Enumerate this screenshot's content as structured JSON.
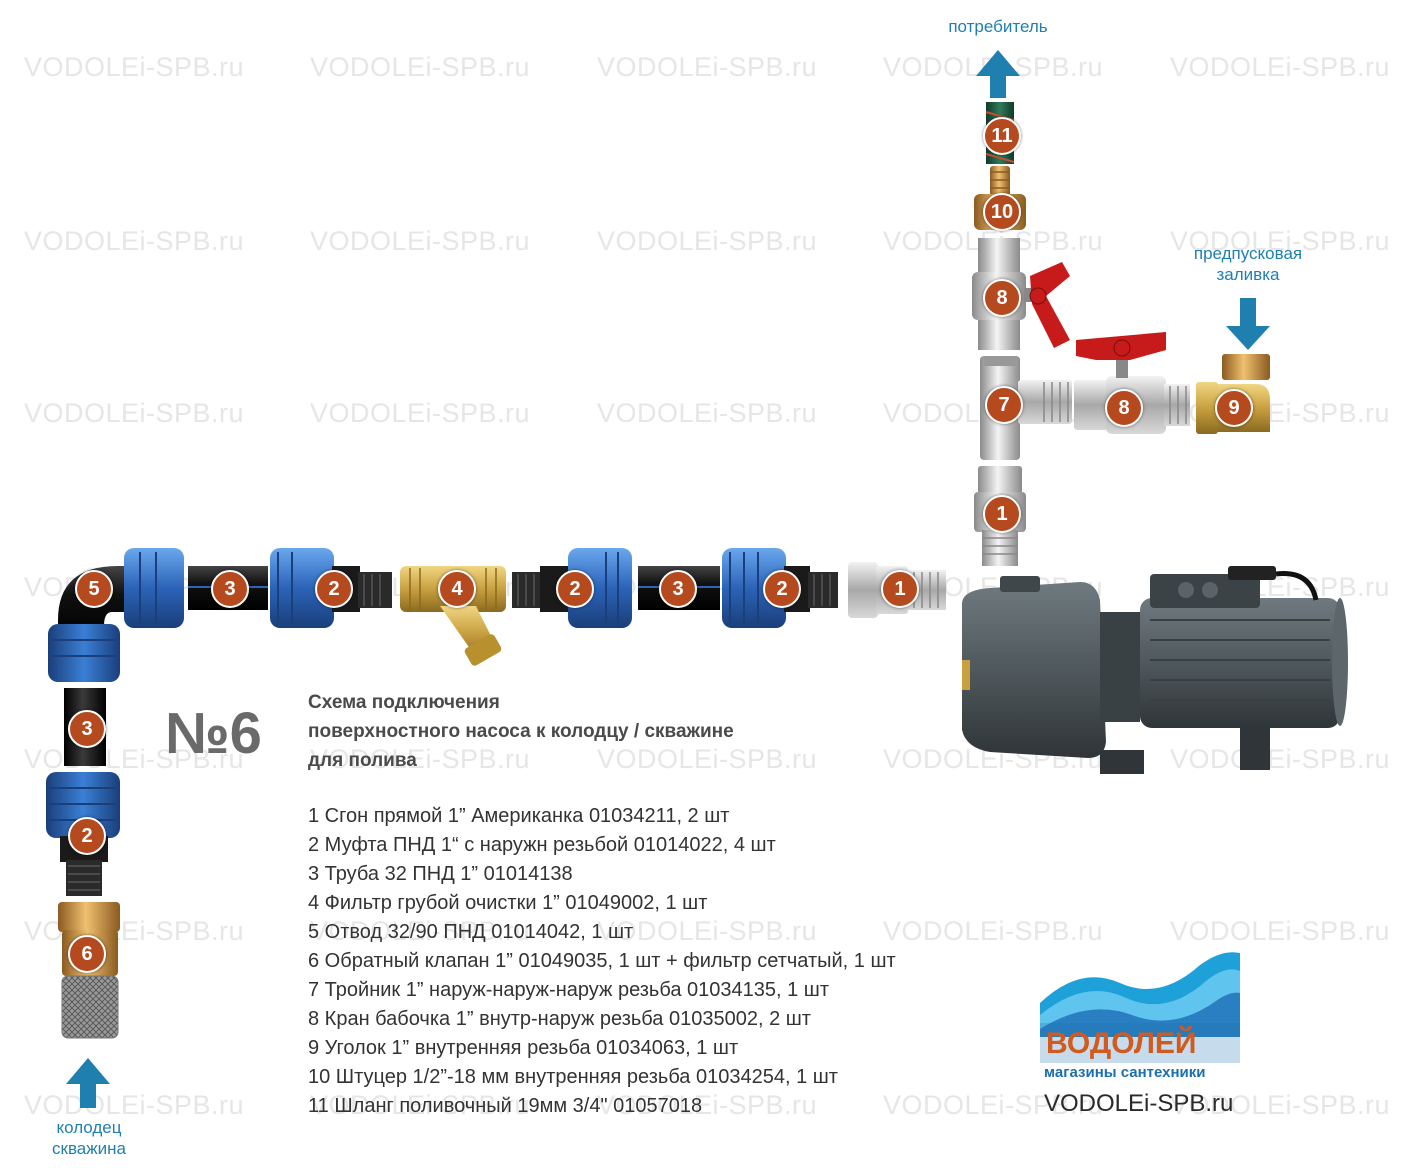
{
  "watermark": "VODOLEi-SPB.ru",
  "colors": {
    "badge": "#b54a1f",
    "arrow": "#1f7fae",
    "label_text": "#1f7fae",
    "pnd_fitting": "#2b63b8",
    "pipe": "#1a1a1a",
    "brass": "#c9a040",
    "chrome": "#b8b8b8",
    "valve_handle": "#c71b1b",
    "pump_body": "#4f585c",
    "brand_wave": "#1ea0d8",
    "brand_orange": "#d15a1e"
  },
  "icons": {
    "flow_arrow": "arrow-icon",
    "pump": "surface-pump-icon",
    "logo": "vodolei-logo"
  },
  "labels": {
    "consumer": "потребитель",
    "priming": "предпусковая заливка",
    "source": "колодец скважина"
  },
  "scheme_number": "№6",
  "title_lines": [
    "Схема подключения",
    "поверхностного насоса к колодцу / скважине",
    "для полива"
  ],
  "parts": [
    "1  Сгон прямой 1” Американка 01034211, 2 шт",
    "2  Муфта ПНД 1“ с наружн резьбой 01014022, 4 шт",
    "3  Труба 32 ПНД 1” 01014138",
    "4  Фильтр грубой очистки 1” 01049002, 1 шт",
    "5  Отвод 32/90 ПНД 01014042, 1 шт",
    "6  Обратный клапан 1” 01049035, 1 шт + фильтр сетчатый, 1 шт",
    "7  Тройник 1” наруж-наруж-наруж резьба 01034135, 1 шт",
    "8  Кран бабочка 1” внутр-наруж резьба 01035002, 2 шт",
    "9  Уголок 1” внутренняя резьба 01034063, 1 шт",
    "10 Штуцер 1/2”-18 мм внутренняя резьба 01034254, 1 шт",
    "11 Шланг поливочный 19мм 3/4\" 01057018"
  ],
  "badges": [
    "1",
    "2",
    "3",
    "4",
    "5",
    "6",
    "7",
    "8",
    "9",
    "10",
    "11"
  ],
  "brand": {
    "name": "ВОДОЛЕЙ",
    "tagline": "магазины сантехники",
    "site": "VODOLEi-SPB.ru"
  }
}
